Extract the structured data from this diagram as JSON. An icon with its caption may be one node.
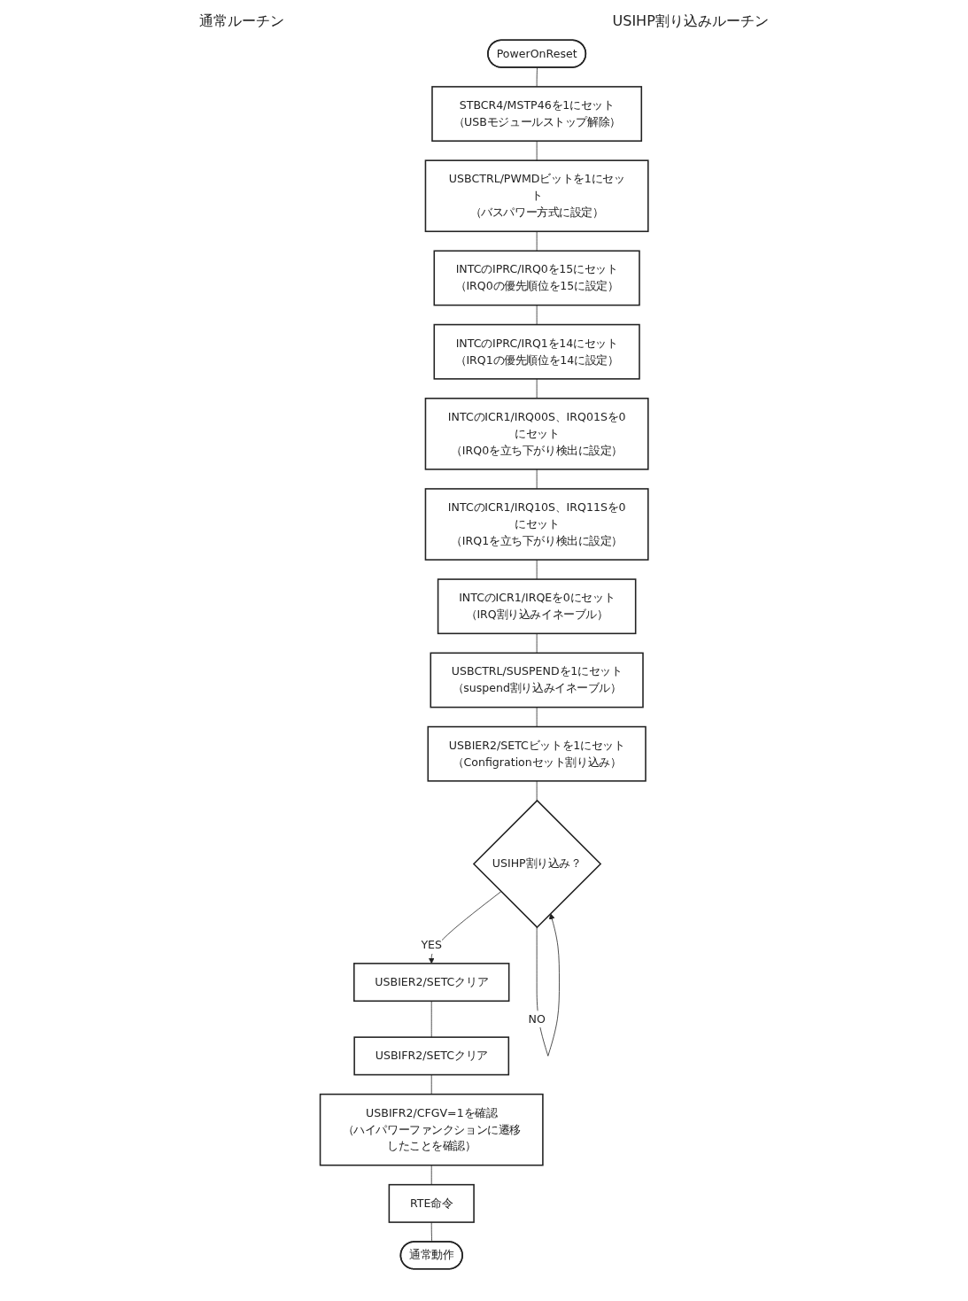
{
  "diagram": {
    "nodes": [
      {
        "text": [
          "PowerOnReset"
        ]
      },
      {
        "text": [
          "STBCR4/MSTP46を1にセット",
          "（USBモジュールストップ解除）"
        ]
      },
      {
        "text": [
          "USBCTRL/PWMDビットを1にセット",
          "（バスパワー方式に設定）"
        ]
      },
      {
        "text": [
          "INTCのIPRC/IRQ0を15にセット",
          "（IRQ0の優先順位を15に設定）"
        ]
      },
      {
        "text": [
          "INTCのIPRC/IRQ1を14にセット",
          "（IRQ1の優先順位を14に設定）"
        ]
      },
      {
        "text": [
          "INTCのICR1/IRQ00S、IRQ01Sを0にセット",
          "（IRQ0を立ち下がり検出に設定）"
        ]
      },
      {
        "text": [
          "INTCのICR1/IRQ10S、IRQ11Sを0にセット",
          "（IRQ1を立ち下がり検出に設定）"
        ]
      },
      {
        "text": [
          "INTCのICR1/IRQEを0にセット",
          "（IRQ割り込みイネーブル）"
        ]
      },
      {
        "text": [
          "USBCTRL/SUSPENDを1にセット",
          "（suspend割り込みイネーブル）"
        ]
      },
      {
        "text": [
          "USBIER2/SETCビットを1にセット",
          "（Configrationセット割り込み）"
        ]
      },
      {
        "text": [
          "USIHP割り込み？"
        ]
      },
      {
        "text": [
          "USBIER2/SETCクリア"
        ]
      },
      {
        "text": [
          "USBIFR2/SETCクリア"
        ]
      },
      {
        "text": [
          "USBIFR2/CFGV=1を確認",
          "（ハイパワーファンクションに遷移したことを確認）"
        ]
      },
      {
        "text": [
          "RTE命令"
        ]
      },
      {
        "text": [
          "通常動作"
        ]
      }
    ],
    "edges": [
      {
        "from": 0,
        "to": 1,
        "arrow": "none"
      },
      {
        "from": 1,
        "to": 2,
        "arrow": "none"
      },
      {
        "from": 2,
        "to": 3,
        "arrow": "none"
      },
      {
        "from": 3,
        "to": 4,
        "arrow": "none"
      },
      {
        "from": 4,
        "to": 5,
        "arrow": "none"
      },
      {
        "from": 5,
        "to": 6,
        "arrow": "none"
      },
      {
        "from": 6,
        "to": 7,
        "arrow": "none"
      },
      {
        "from": 7,
        "to": 8,
        "arrow": "none"
      },
      {
        "from": 8,
        "to": 9,
        "arrow": "none"
      },
      {
        "from": 9,
        "to": 10,
        "arrow": "none"
      },
      {
        "from": 10,
        "to": 10,
        "arrow": "to",
        "label": "NO"
      },
      {
        "from": 10,
        "to": 11,
        "arrow": "to",
        "label": "YES"
      },
      {
        "from": 11,
        "to": 12,
        "arrow": "none"
      },
      {
        "from": 12,
        "to": 13,
        "arrow": "none"
      },
      {
        "from": 13,
        "to": 14,
        "arrow": "none"
      },
      {
        "from": 14,
        "to": 15,
        "arrow": "none"
      }
    ],
    "labels": [
      "通常ルーチン",
      "USIHP割り込みルーチン"
    ]
  }
}
